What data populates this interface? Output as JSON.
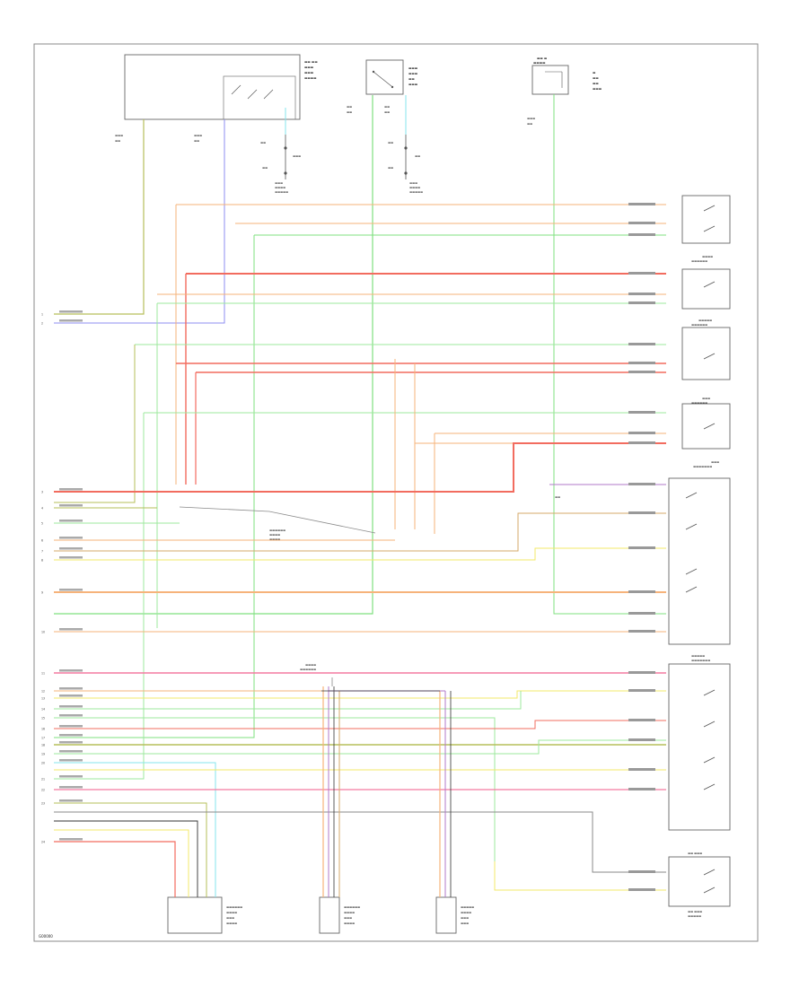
{
  "diagram": {
    "left_pins": [
      "1",
      "2",
      "3",
      "4",
      "5",
      "6",
      "7",
      "8",
      "9",
      "10",
      "11",
      "12",
      "13",
      "14",
      "15",
      "16",
      "17",
      "18",
      "19",
      "20",
      "21",
      "22",
      "23",
      "24"
    ],
    "footer_code": "G00000"
  },
  "colors": {
    "orange": "#f6b37a",
    "red": "#f26c5f",
    "green": "#7fe07f",
    "lightgreen": "#9ee89e",
    "blue": "#8c8cf0",
    "yellow": "#f3e86a",
    "pink": "#f47aa0",
    "olive": "#b6bf5a",
    "cyan": "#84e6ee",
    "tan": "#d6a86a",
    "gray": "#8a8a8a",
    "purple": "#b07ac8",
    "black": "#333333"
  }
}
